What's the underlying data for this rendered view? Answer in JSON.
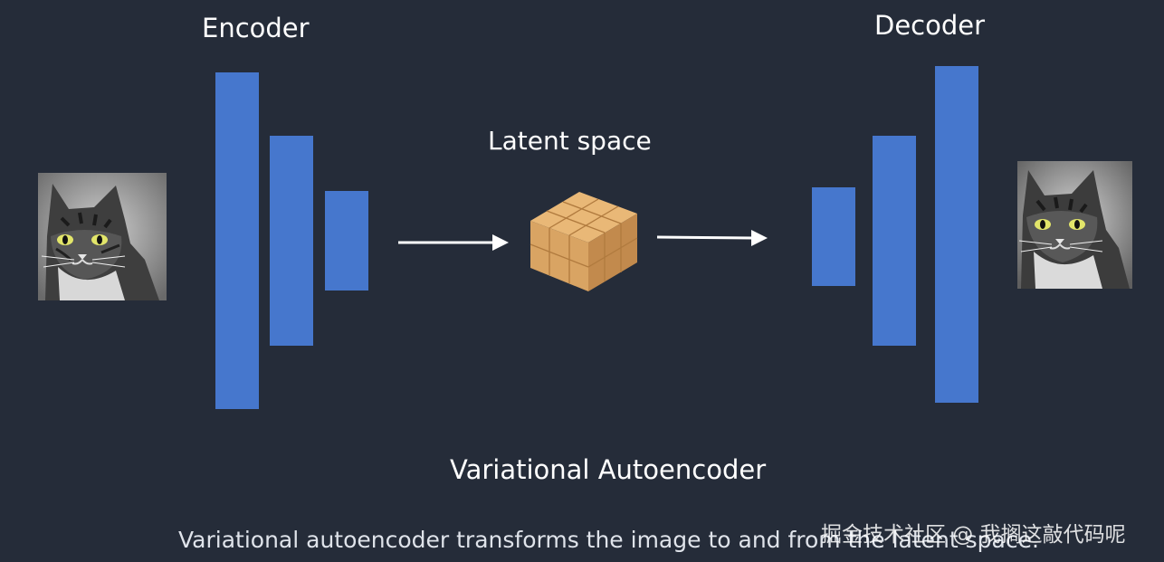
{
  "diagram": {
    "encoder_label": "Encoder",
    "decoder_label": "Decoder",
    "latent_label": "Latent space",
    "title": "Variational Autoencoder",
    "caption": "Variational autoencoder transforms the image to and from the latent space.",
    "watermark": "掘金技术社区 @ 我搁这敲代码呢"
  },
  "colors": {
    "background": "#252c39",
    "layer_fill": "#4677cd",
    "cube_top": "#e9b877",
    "cube_front": "#d9a463",
    "cube_side": "#c28a4d",
    "arrow": "#ffffff"
  },
  "icons": {
    "input_image": "cat-photo",
    "output_image": "cat-photo",
    "latent": "cube-icon",
    "arrows": "arrow-right-icon"
  }
}
